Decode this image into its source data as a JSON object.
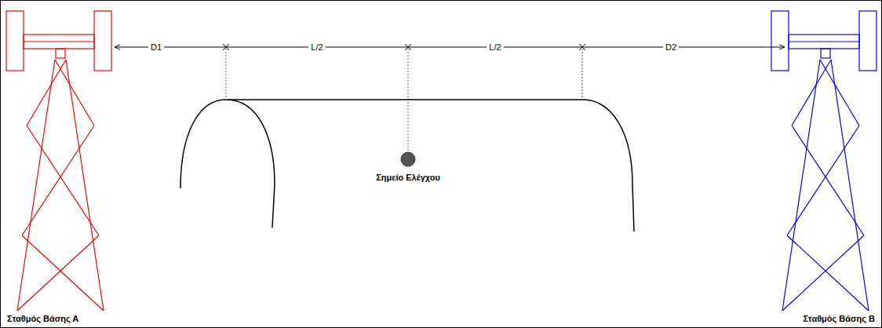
{
  "diagram": {
    "labels": [
      "D1",
      "L/2",
      "L/2",
      "D2",
      "Σημείο Ελέγχου",
      "Σταθμός Βάσης Α",
      "Σταθμός Βάσης Β"
    ]
  }
}
